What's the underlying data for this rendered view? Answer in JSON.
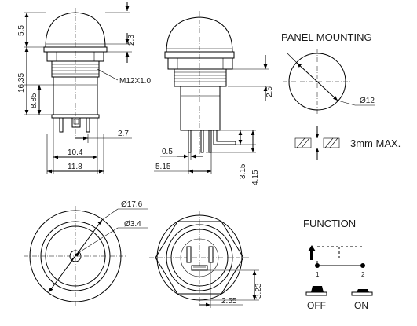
{
  "side_view": {
    "dim_top_a": "5.5",
    "dim_top_b": "2.3",
    "dim_total_height": "16.35",
    "dim_body": "8.85",
    "thread": "M12X1.0",
    "dim_pin": "2.7",
    "dim_width_inner": "10.4",
    "dim_width_outer": "11.8"
  },
  "front_view": {
    "dim_right": "2.5",
    "dim_pin_offset": "0.5",
    "dim_pin_spacing": "5.15",
    "dim_h1": "3.15",
    "dim_h2": "4.15"
  },
  "panel": {
    "title": "PANEL MOUNTING",
    "hole": "Ø12",
    "thickness": "3mm MAX."
  },
  "top_view": {
    "dia_outer": "Ø17.6",
    "dia_inner": "Ø3.4"
  },
  "bottom_view": {
    "dim_v": "3.23",
    "dim_h": "2.55"
  },
  "function": {
    "title": "FUNCTION",
    "pin1": "1",
    "pin2": "2",
    "off_label": "OFF",
    "on_label": "ON"
  }
}
